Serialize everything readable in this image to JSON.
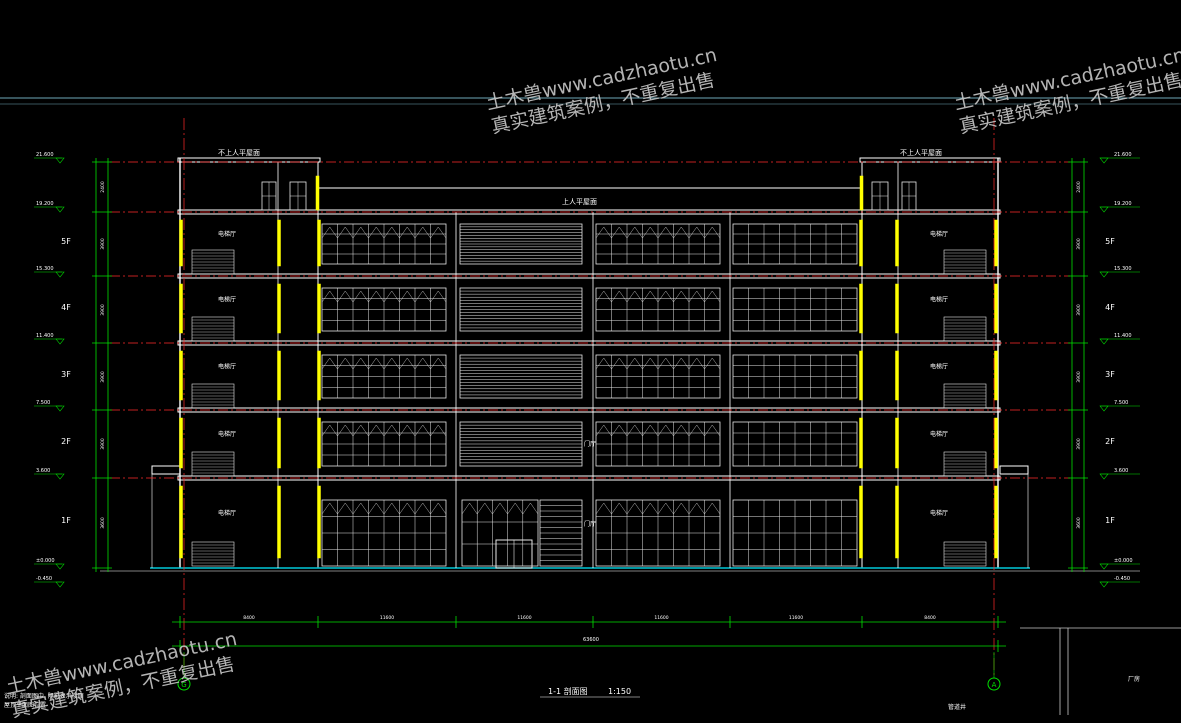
{
  "watermark": {
    "line1": "土木兽www.cadzhaotu.cn",
    "line2": "真实建筑案例，不重复出售"
  },
  "drawing": {
    "title": "1-1 剖面图",
    "scale": "1:150",
    "roof_left_label": "不上人平屋面",
    "roof_right_label": "不上人平屋面",
    "roof_center_label": "上人平屋面",
    "axis_left": "G",
    "axis_right": "A",
    "floors": [
      "5F",
      "4F",
      "3F",
      "2F",
      "1F"
    ],
    "room_label": "电梯厅",
    "door_label": "门厅",
    "note_line1": "说明: 剖面图中, 阴影表示楼面",
    "note_line2": "屋顶平面图位置",
    "bottom_right_label": "厂房",
    "bottom_mid_label": "管道井"
  },
  "elevations": {
    "left": [
      "21.600",
      "19.200",
      "15.300",
      "11.400",
      "7.500",
      "3.600",
      "±0.000",
      "-0.450"
    ],
    "right": [
      "21.600",
      "19.200",
      "15.300",
      "11.400",
      "7.500",
      "3.600",
      "±0.000",
      "-0.450"
    ]
  },
  "heights": [
    "2400",
    "3900",
    "3900",
    "3900",
    "3900",
    "3600"
  ],
  "spans": [
    "8400",
    "11600",
    "11600",
    "11600",
    "11600",
    "8400"
  ],
  "total_span": "63600",
  "colors": {
    "background": "#000000",
    "structure": "#ffffff",
    "level_line": "#ff2a2a",
    "dimension": "#00e000",
    "column": "#ffff00",
    "window": "#e8e8e8",
    "ground": "#00c8d8",
    "frame": "#6ea8b8",
    "watermark": "#c8c8c8"
  }
}
